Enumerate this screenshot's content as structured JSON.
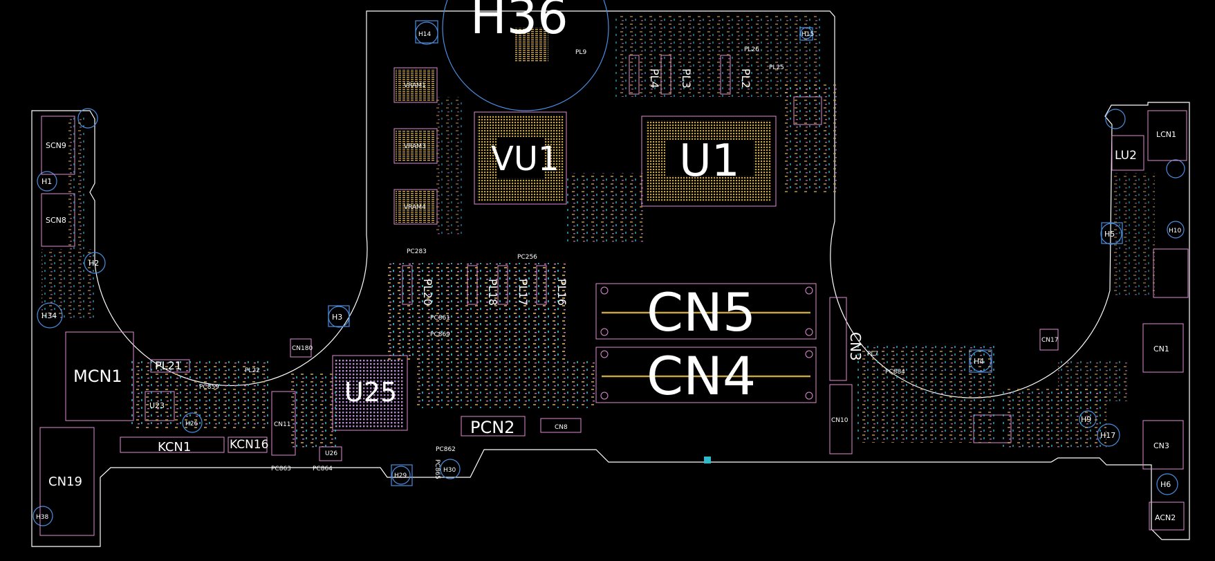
{
  "colors": {
    "background": "#000000",
    "outline": "#ffffff",
    "silkscreen": "#e48bd6",
    "mounting_hole": "#4a8fe0",
    "pads": "#c8a44a",
    "smd": "#2fb9c9"
  },
  "labels": {
    "h36": "H36",
    "vu1": "VU1",
    "u1": "U1",
    "cn5": "CN5",
    "cn4": "CN4",
    "u25": "U25",
    "mcn1": "MCN1",
    "pcn2": "PCN2",
    "kcn1": "KCN1",
    "kcn16": "KCN16",
    "cn19": "CN19",
    "cn3v": "CN3",
    "lu2": "LU2",
    "lcn1": "LCN1",
    "scn9": "SCN9",
    "scn8": "SCN8",
    "vram1": "VRAM1",
    "vram3": "VRAM3",
    "vram4": "VRAM4",
    "u23": "U23",
    "pl21": "PL21",
    "pl20": "PL20",
    "pl18": "PL18",
    "pl17": "PL17",
    "pl16": "PL16",
    "pl4": "PL4",
    "pl3": "PL3",
    "pl2": "PL2",
    "cn11": "CN11",
    "cn10": "CN10",
    "cn8": "CN8",
    "cn1": "CN1",
    "cn3r": "CN3",
    "acn2": "ACN2",
    "cn17": "CN17",
    "cn180": "CN180",
    "u26": "U26",
    "pc283": "PC283",
    "pc256": "PC256",
    "pc861": "PC861",
    "pc869": "PC869",
    "pc859": "PC859",
    "pc884": "PC884",
    "pc862": "PC862",
    "pc863": "PC863",
    "pc864": "PC864",
    "pc865": "PC865",
    "pl7": "PL7",
    "pl9": "PL9",
    "pl26": "PL26",
    "pl25": "PL25",
    "pl22": "PL22",
    "h14": "H14",
    "h15": "H15",
    "h1": "H1",
    "h2": "H2",
    "h34": "H34",
    "h3": "H3",
    "h26": "H26",
    "h29": "H29",
    "h30": "H30",
    "h38": "H38",
    "h4": "H4",
    "h5": "H5",
    "h9": "H9",
    "h17": "H17",
    "h6": "H6",
    "h10": "H10"
  }
}
